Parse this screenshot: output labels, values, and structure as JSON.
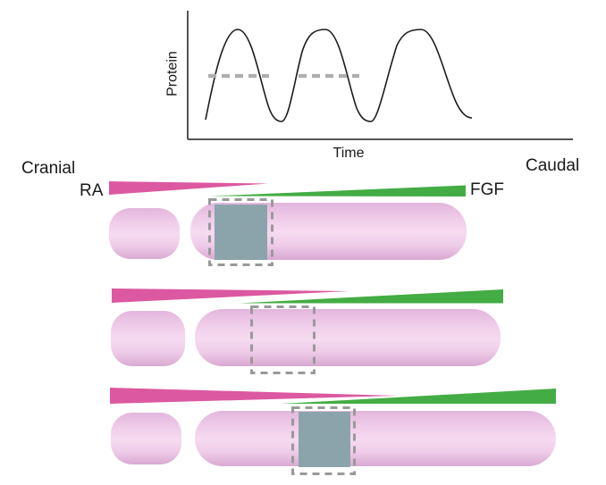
{
  "figure": {
    "description": "Clock-and-wavefront somitogenesis schematic: oscillating protein graph above three embryo stages with opposing RA and FGF gradients"
  },
  "graph": {
    "ylabel": "Protein",
    "xlabel": "Time"
  },
  "orientation": {
    "left_label": "Cranial",
    "right_label": "Caudal"
  },
  "gradients": [
    {
      "label": "RA",
      "axis": "high cranial to low caudal",
      "color": "#dc58a0"
    },
    {
      "label": "FGF",
      "axis": "low cranial to high caudal",
      "color": "#44ac44"
    }
  ],
  "stages": [
    {
      "index": 1,
      "determination_box": "filled"
    },
    {
      "index": 2,
      "determination_box": "outline"
    },
    {
      "index": 3,
      "determination_box": "filled"
    }
  ],
  "chart_data": {
    "type": "line",
    "title": "",
    "xlabel": "Time",
    "ylabel": "Protein",
    "axes_numeric": false,
    "x": [
      0,
      0.5,
      1,
      1.5,
      2,
      2.5,
      3
    ],
    "values": [
      0.05,
      1,
      0.05,
      1,
      0.05,
      1,
      0.1
    ],
    "threshold": {
      "level": 0.5,
      "style": "dashed",
      "segments_x": [
        [
          0.05,
          0.8
        ],
        [
          1.1,
          1.85
        ]
      ]
    },
    "grid": false,
    "legend": false
  },
  "colors": {
    "ra_pink": "#dc58a0",
    "fgf_green": "#44ac44",
    "det_blue": "#8ba4ac",
    "dash_gray": "#999999",
    "thresh_gray": "#aeaeae",
    "axis_gray": "#555555",
    "curve_black": "#1c1c1c",
    "text_black": "#1a1a1a",
    "bar_top": "#e3b6dd",
    "bar_mid": "#efcce9",
    "bar_light": "#f5dbf0",
    "bar_dark": "#d9a9d2"
  }
}
